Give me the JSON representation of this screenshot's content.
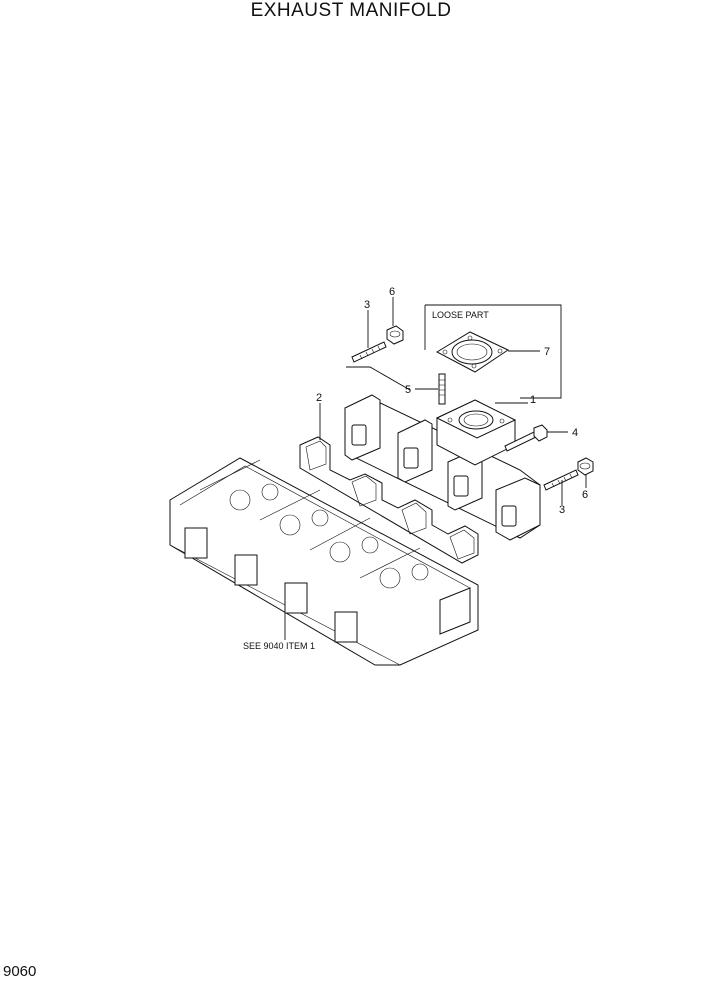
{
  "title": "EXHAUST MANIFOLD",
  "page_number": "9060",
  "loose_part_label": "LOOSE PART",
  "reference_note": "SEE 9040 ITEM 1",
  "callouts": {
    "c1": "1",
    "c2": "2",
    "c3_top": "3",
    "c3_bottom": "3",
    "c4": "4",
    "c5": "5",
    "c6_top": "6",
    "c6_bottom": "6",
    "c7": "7"
  }
}
